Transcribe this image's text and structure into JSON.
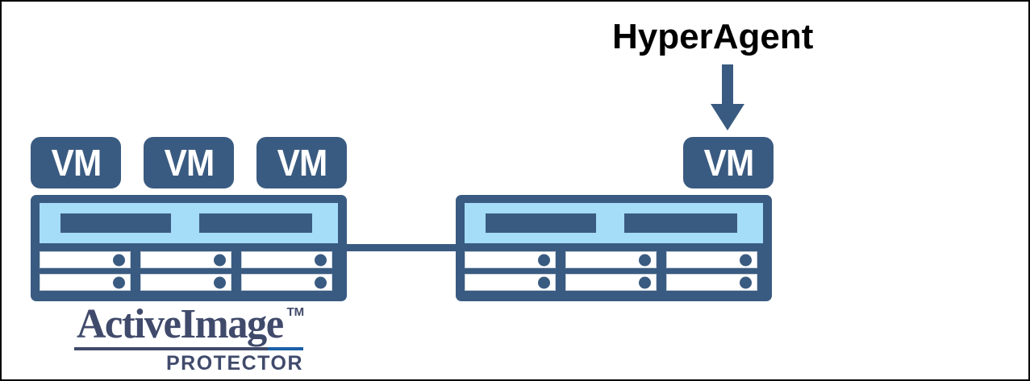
{
  "diagram": {
    "title_text": "HyperAgent",
    "background_color": "#ffffff",
    "border_color": "#000000",
    "accent_dark": "#3a5b81",
    "accent_light": "#a5dcf7",
    "logo_navy": "#404a6b",
    "logo_blue": "#1b5fa8"
  },
  "callout": {
    "label": "HyperAgent",
    "arrow_direction": "down"
  },
  "left_host": {
    "vms": [
      {
        "label": "VM"
      },
      {
        "label": "VM"
      },
      {
        "label": "VM"
      }
    ],
    "chassis": {
      "top_slots": 2,
      "bay_rows": 2,
      "bay_columns": 3
    },
    "logo": {
      "word": "ActiveImage",
      "trademark": "TM",
      "subtitle": "PROTECTOR"
    }
  },
  "right_host": {
    "vms": [
      {
        "label": "VM"
      }
    ],
    "chassis": {
      "top_slots": 2,
      "bay_rows": 2,
      "bay_columns": 3
    }
  },
  "connection": {
    "type": "network-link"
  }
}
